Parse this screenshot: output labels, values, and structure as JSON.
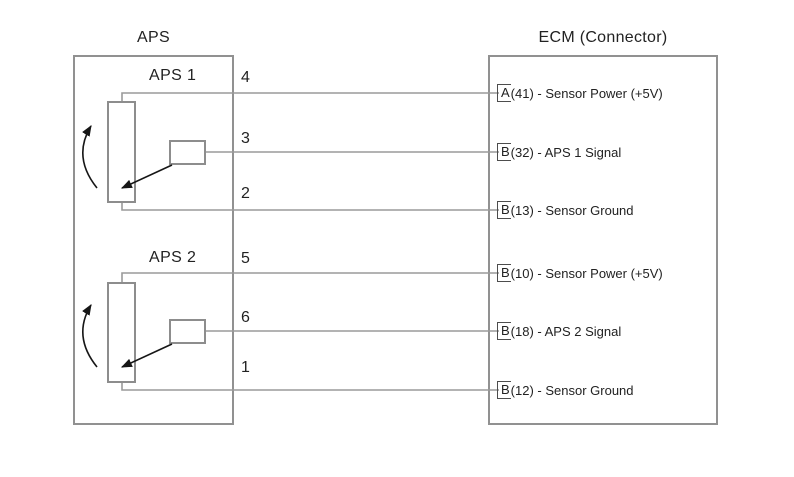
{
  "aps": {
    "title": "APS",
    "sensors": [
      {
        "label": "APS 1"
      },
      {
        "label": "APS 2"
      }
    ]
  },
  "ecm": {
    "title": "ECM (Connector)",
    "pins": [
      {
        "letter": "A",
        "text": "(41) - Sensor Power (+5V)"
      },
      {
        "letter": "B",
        "text": "(32) - APS 1 Signal"
      },
      {
        "letter": "B",
        "text": "(13) - Sensor Ground"
      },
      {
        "letter": "B",
        "text": "(10) - Sensor Power (+5V)"
      },
      {
        "letter": "B",
        "text": "(18) - APS 2 Signal"
      },
      {
        "letter": "B",
        "text": "(12) - Sensor Ground"
      }
    ]
  },
  "wire_numbers": [
    "4",
    "3",
    "2",
    "5",
    "6",
    "1"
  ],
  "icons": {
    "rotation_arrow": "curved-rotation-arrow",
    "wiper_arrow": "wiper-pointer-arrow"
  },
  "colors": {
    "background": "#ffffff",
    "box_border": "#919191",
    "wire_gray": "#9a9a9a",
    "text": "#222222",
    "arrow_black": "#161616"
  }
}
